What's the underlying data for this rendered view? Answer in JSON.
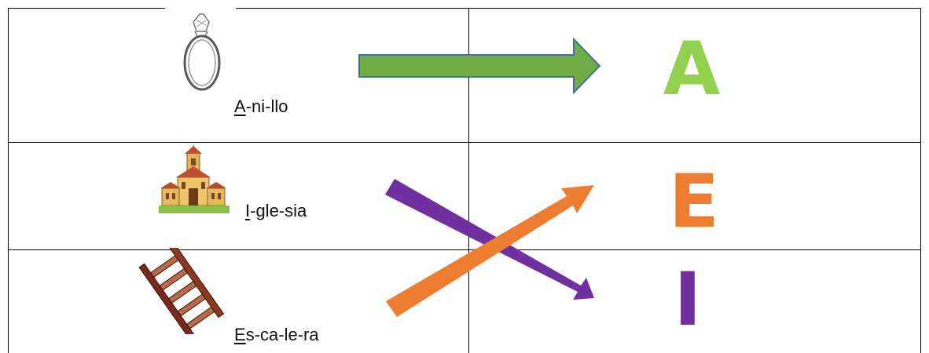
{
  "rows": [
    {
      "word_underlined": "A",
      "word_rest": "-ni-llo",
      "picture": "ring-icon",
      "vowel": "A",
      "vowel_color": "#92d050"
    },
    {
      "word_underlined": "I",
      "word_rest": "-gle-sia",
      "picture": "church-icon",
      "vowel": "E",
      "vowel_color": "#ed7d31"
    },
    {
      "word_underlined": "E",
      "word_rest": "s-ca-le-ra",
      "picture": "ladder-icon",
      "vowel": "I",
      "vowel_color": "#7030a0"
    }
  ],
  "arrows": [
    {
      "from_word": "A-ni-llo",
      "to_vowel": "A",
      "color": "#70ad47"
    },
    {
      "from_word": "I-gle-sia",
      "to_vowel": "I",
      "color": "#7030a0"
    },
    {
      "from_word": "Es-ca-le-ra",
      "to_vowel": "E",
      "color": "#ed7d31"
    }
  ]
}
